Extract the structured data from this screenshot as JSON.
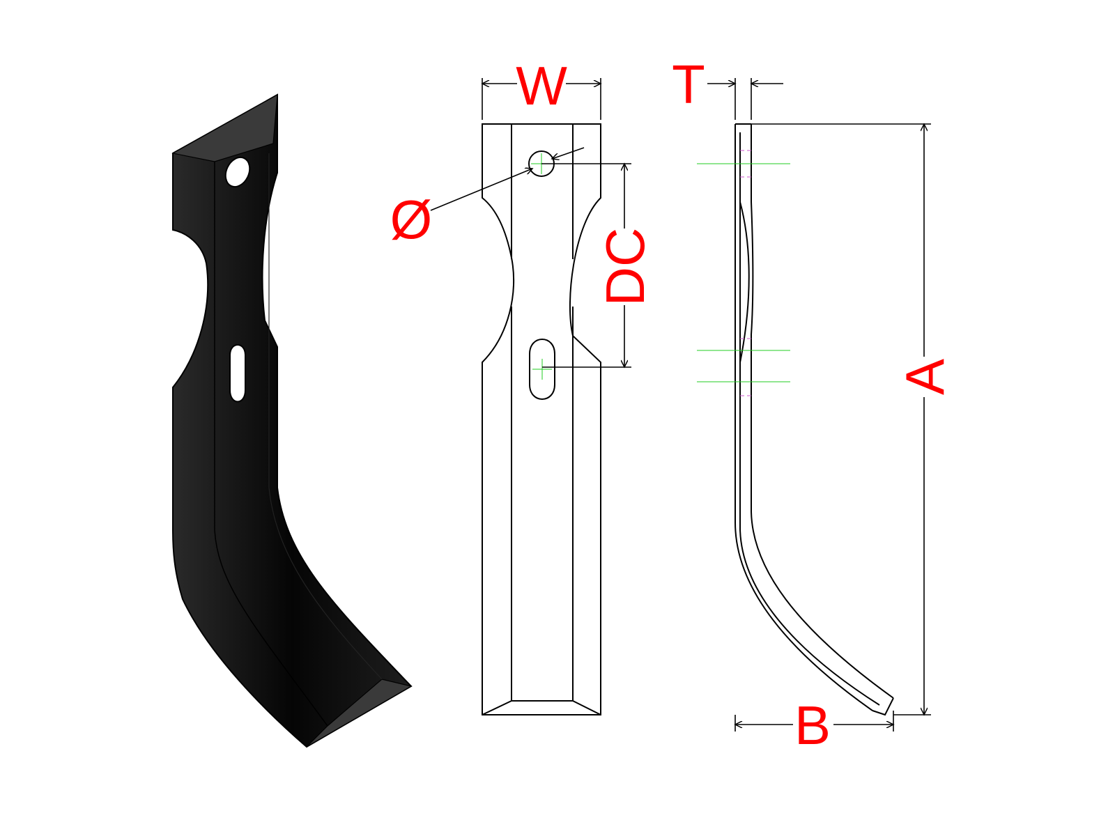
{
  "colors": {
    "label": "#ff0000",
    "line": "#000000",
    "centerline": "#22cc22",
    "hidden_line": "#cc55cc",
    "blade_body": "#111111",
    "background": "#ffffff"
  },
  "views": {
    "iso": {
      "name": "isometric-view"
    },
    "front": {
      "name": "front-view"
    },
    "side": {
      "name": "side-view"
    }
  },
  "labels": {
    "width": "W",
    "thickness": "T",
    "hole_diameter": "Ø",
    "distance_centers": "DC",
    "height": "A",
    "offset": "B"
  },
  "icons": {
    "arrowhead": "arrowhead-icon"
  }
}
